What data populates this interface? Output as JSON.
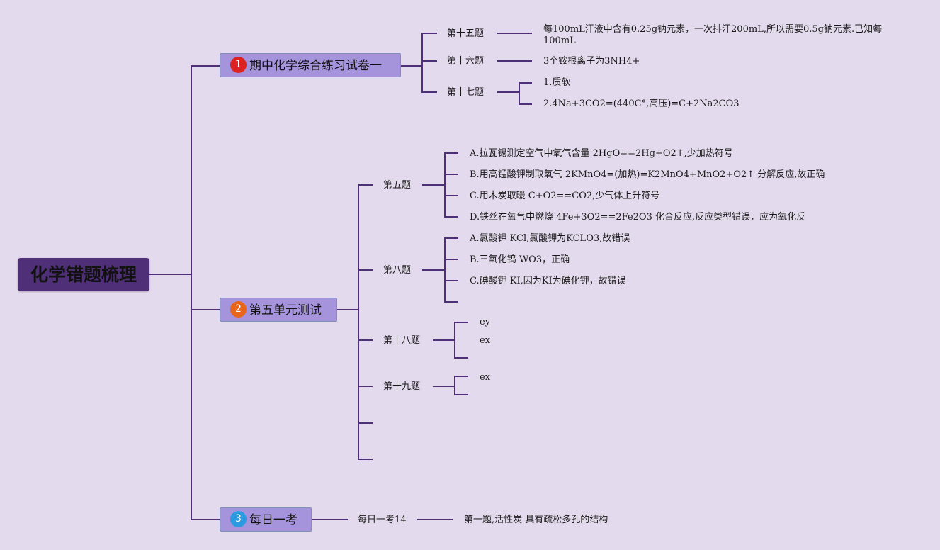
{
  "root": {
    "label": "化学错题梳理"
  },
  "topics": [
    {
      "badge": "1",
      "badge_color": "#dd2222",
      "label": "期中化学综合练习试卷一",
      "children": [
        {
          "label": "第十五题",
          "items": [
            "每100mL汗液中含有0.25g钠元素，一次排汗200mL,所以需要0.5g钠元素.已知每100mL"
          ]
        },
        {
          "label": "第十六题",
          "items": [
            "3个铵根离子为3NH4+"
          ]
        },
        {
          "label": "第十七题",
          "items": [
            "1.质软",
            "2.4Na+3CO2=(440C°,高压)=C+2Na2CO3"
          ]
        }
      ]
    },
    {
      "badge": "2",
      "badge_color": "#e8651a",
      "label": "第五单元测试",
      "children": [
        {
          "label": "第五题",
          "items": [
            "A.拉瓦锡测定空气中氧气含量 2HgO==2Hg+O2↑,少加热符号",
            "B.用高锰酸钾制取氧气 2KMnO4=(加热)=K2MnO4+MnO2+O2↑ 分解反应,故正确",
            "C.用木炭取暖 C+O2==CO2,少气体上升符号",
            "D.铁丝在氧气中燃烧 4Fe+3O2==2Fe2O3 化合反应,反应类型错误，应为氧化反"
          ]
        },
        {
          "label": "第八题",
          "items": [
            "A.氯酸钾 KCl,氯酸钾为KCLO3,故错误",
            "B.三氧化钨 WO3，正确",
            "C.碘酸钾 KI,因为KI为碘化钾，故错误"
          ]
        },
        {
          "label": "第十八题",
          "items": [
            "ey",
            "ex"
          ]
        },
        {
          "label": "第十九题",
          "items": [
            "ex"
          ]
        }
      ]
    },
    {
      "badge": "3",
      "badge_color": "#2a9be0",
      "label": "每日一考",
      "children": [
        {
          "label": "每日一考14",
          "items": [
            "第一题,活性炭 具有疏松多孔的结构"
          ]
        }
      ]
    }
  ],
  "colors": {
    "line": "#4f2f78",
    "root_bg": "#4f2f78",
    "topic_bg": "#a593dc",
    "background": "#e4daed"
  }
}
